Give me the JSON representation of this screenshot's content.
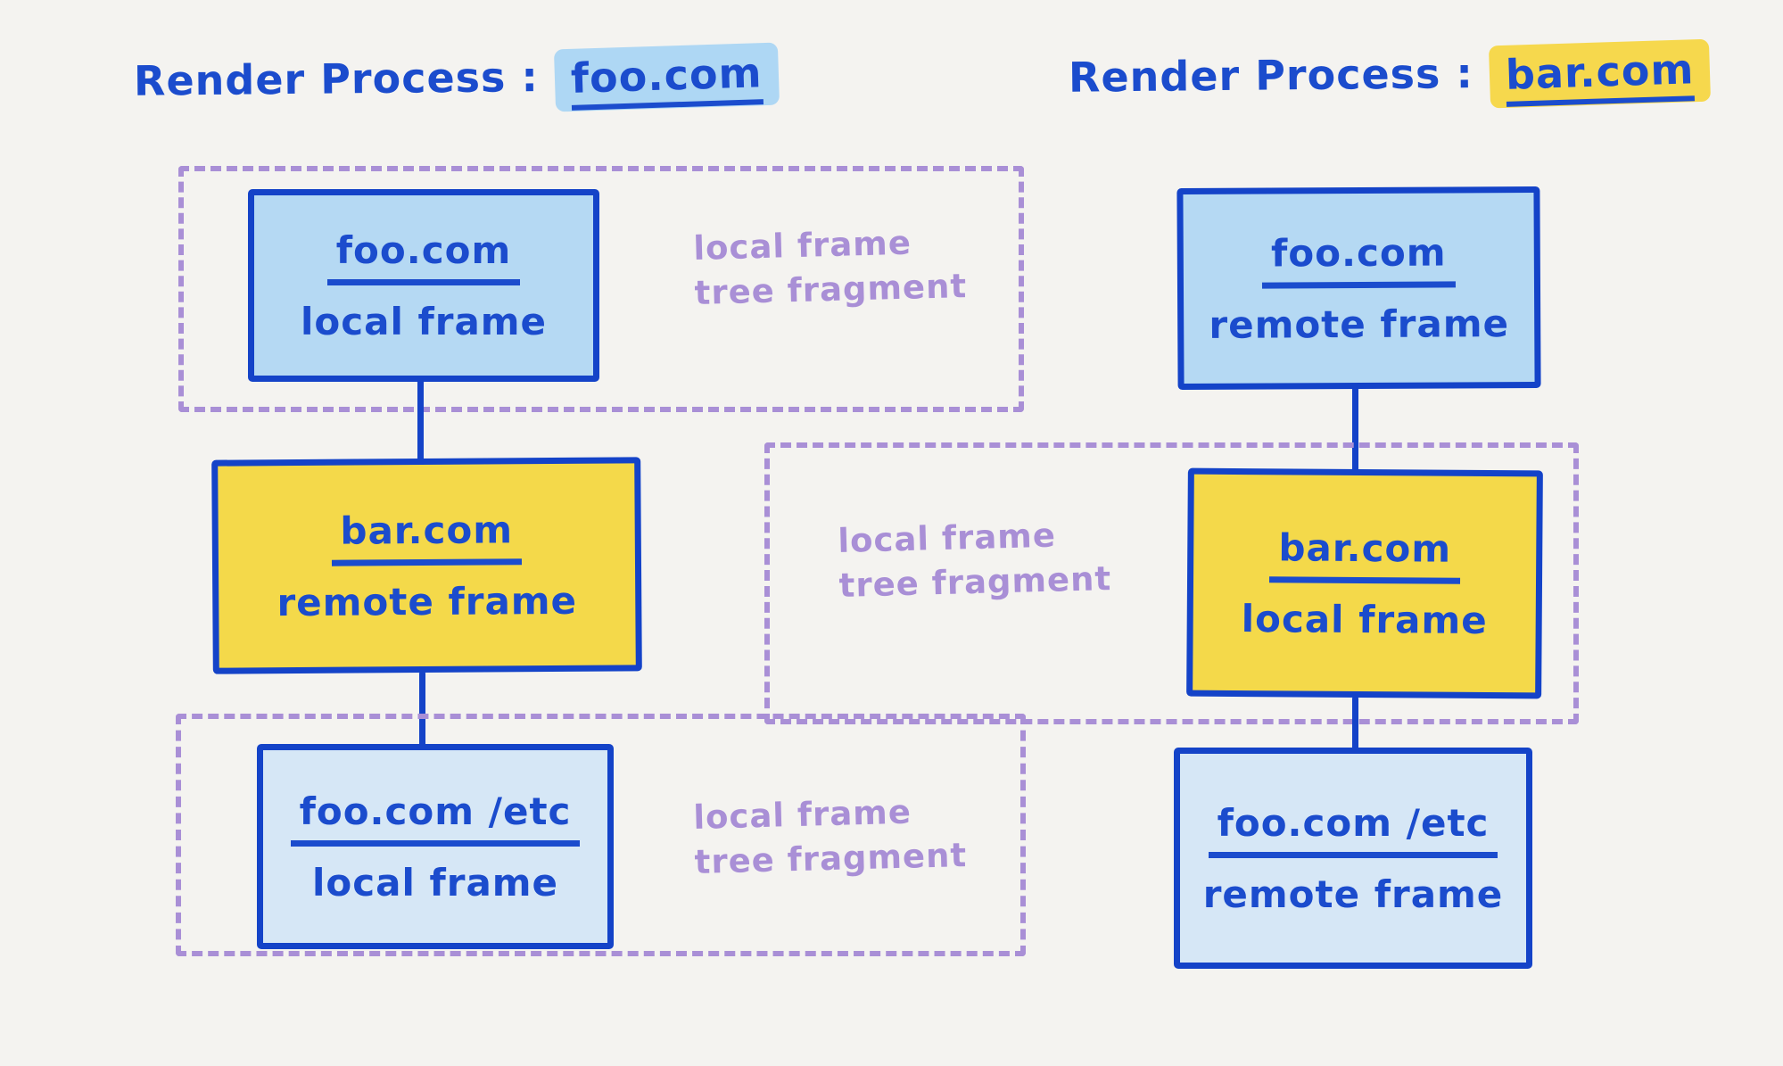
{
  "colors": {
    "background": "#f4f3f0",
    "ink_blue": "#1b4ccd",
    "border_blue": "#1443c8",
    "fill_light_blue": "#b5d9f3",
    "fill_pale_blue": "#d6e7f6",
    "fill_yellow": "#f4d94a",
    "highlight_blue": "#aed7f4",
    "highlight_yellow": "#f6d84d",
    "purple": "#a98fd6"
  },
  "left_process": {
    "title_prefix": "Render Process :",
    "title_domain": "foo.com",
    "nodes": [
      {
        "domain": "foo.com",
        "kind": "local frame"
      },
      {
        "domain": "bar.com",
        "kind": "remote frame"
      },
      {
        "domain": "foo.com /etc",
        "kind": "local frame"
      }
    ],
    "fragments": [
      {
        "line1": "local frame",
        "line2": "tree fragment"
      },
      {
        "line1": "local frame",
        "line2": "tree fragment"
      }
    ]
  },
  "right_process": {
    "title_prefix": "Render Process :",
    "title_domain": "bar.com",
    "nodes": [
      {
        "domain": "foo.com",
        "kind": "remote frame"
      },
      {
        "domain": "bar.com",
        "kind": "local frame"
      },
      {
        "domain": "foo.com /etc",
        "kind": "remote frame"
      }
    ],
    "fragments": [
      {
        "line1": "local frame",
        "line2": "tree fragment"
      }
    ]
  }
}
